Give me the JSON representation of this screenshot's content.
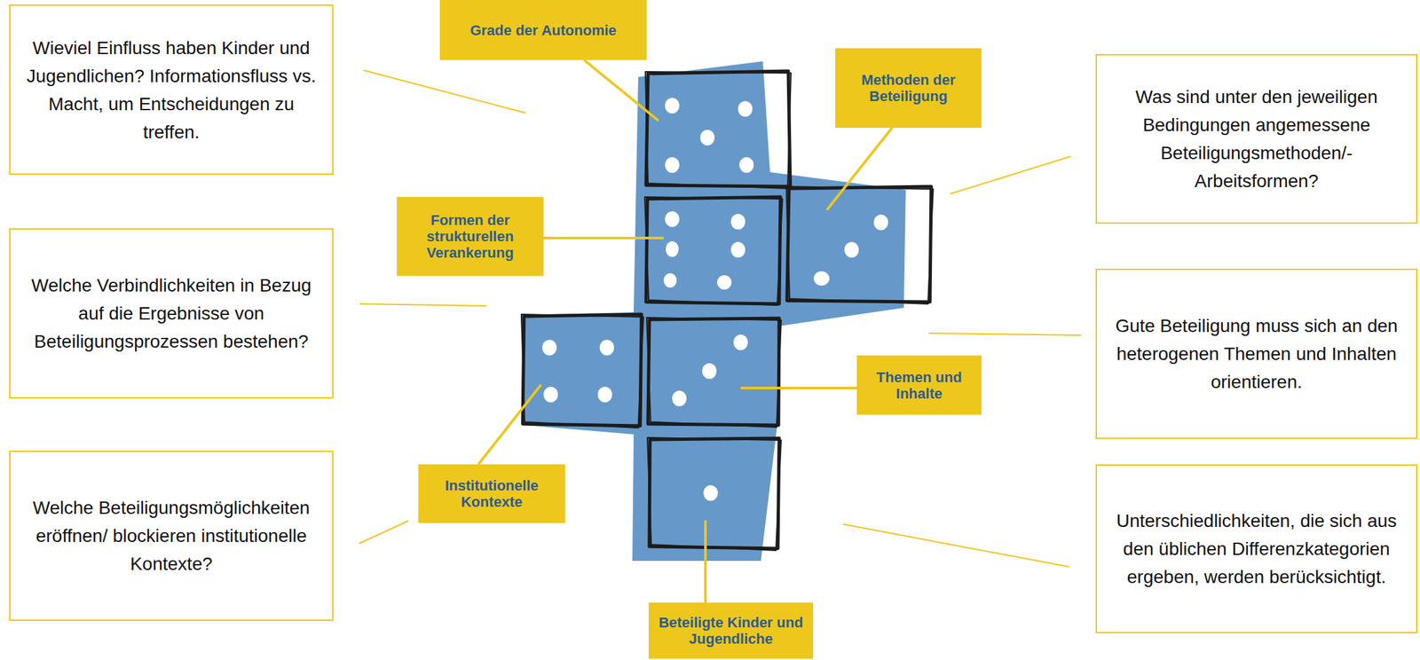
{
  "diagram": {
    "nodes": [
      {
        "text": [
          "Grade der Autonomie"
        ]
      },
      {
        "text": [
          "Wieviel Einfluss haben Kinder und Jugendlichen? Informationsfluss vs. Macht, um Entscheidungen zu treffen."
        ]
      },
      {
        "text": [
          "Methoden der Beteiligung"
        ]
      },
      {
        "text": [
          "Was sind unter den jeweiligen Bedingungen angemessene Beteiligungsmethoden/- Arbeitsformen?"
        ]
      },
      {
        "text": [
          "Formen der strukturellen Verankerung"
        ]
      },
      {
        "text": [
          "Welche Verbindlichkeiten in Bezug auf die Ergebnisse von Beteiligungsprozessen bestehen?"
        ]
      },
      {
        "text": [
          "Gute Beteiligung muss sich an den heterogenen Themen und Inhalten orientieren."
        ]
      },
      {
        "text": [
          "Themen und Inhalte"
        ]
      },
      {
        "text": [
          "Institutionelle Kontexte"
        ]
      },
      {
        "text": [
          "Welche Beteiligungsmöglichkeiten eröffnen/ blockieren institutionelle Kontexte?"
        ]
      },
      {
        "text": [
          "Unterschiedlichkeiten, die sich aus den üblichen Differenzkategorien ergeben, werden berücksichtigt."
        ]
      },
      {
        "text": [
          "Beteiligte Kinder und Jugendliche"
        ]
      }
    ]
  }
}
